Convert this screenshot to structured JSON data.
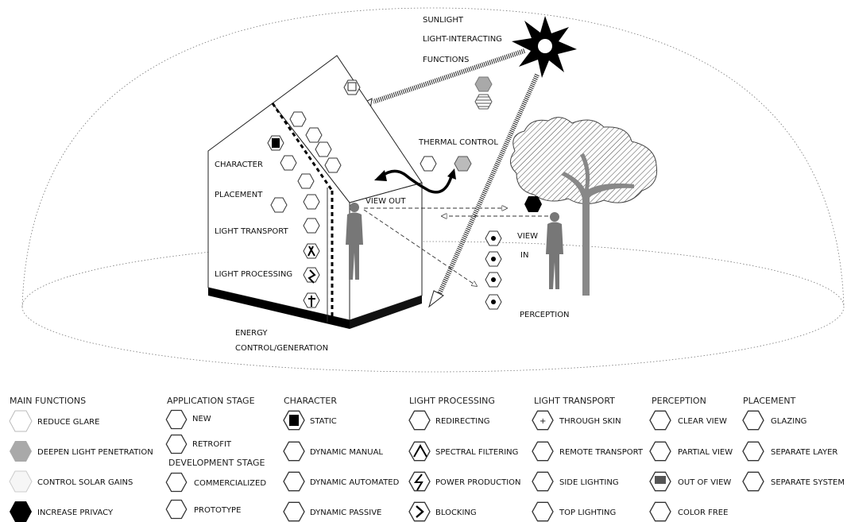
{
  "diagram": {
    "labels": {
      "sunlight": "SUNLIGHT",
      "light_interacting": "LIGHT-INTERACTING",
      "functions": "FUNCTIONS",
      "thermal_control": "THERMAL CONTROL",
      "view_out": "VIEW  OUT",
      "view": "VIEW",
      "in": "IN",
      "perception": "PERCEPTION",
      "character": "CHARACTER",
      "placement": "PLACEMENT",
      "light_transport": "LIGHT TRANSPORT",
      "light_processing": "LIGHT PROCESSING",
      "energy": "ENERGY",
      "control_generation": "CONTROL/GENERATION"
    }
  },
  "legend": {
    "main_functions": {
      "title": "MAIN FUNCTIONS",
      "items": [
        {
          "label": "REDUCE GLARE",
          "fill": "#ffffff"
        },
        {
          "label": "DEEPEN LIGHT PENETRATION",
          "fill": "#a9a9a9"
        },
        {
          "label": "CONTROL SOLAR GAINS",
          "fill": "#f6f6f6"
        },
        {
          "label": "INCREASE PRIVACY",
          "fill": "#000000"
        }
      ]
    },
    "application_stage": {
      "title": "APPLICATION STAGE",
      "items": [
        {
          "label": "NEW",
          "icon": "new-house-icon"
        },
        {
          "label": "RETROFIT",
          "icon": "retrofit-icon"
        }
      ]
    },
    "development_stage": {
      "title": "DEVELOPMENT STAGE",
      "items": [
        {
          "label": "COMMERCIALIZED",
          "icon": "commercialized-icon"
        },
        {
          "label": "PROTOTYPE",
          "icon": "prototype-icon"
        }
      ]
    },
    "character": {
      "title": "CHARACTER",
      "items": [
        {
          "label": "STATIC",
          "icon": "static-grid-icon"
        },
        {
          "label": "DYNAMIC MANUAL",
          "icon": "dynamic-manual-icon"
        },
        {
          "label": "DYNAMIC AUTOMATED",
          "icon": "dynamic-automated-icon"
        },
        {
          "label": "DYNAMIC PASSIVE",
          "icon": "dynamic-passive-icon"
        }
      ]
    },
    "light_processing": {
      "title": "LIGHT PROCESSING",
      "items": [
        {
          "label": "REDIRECTING",
          "icon": "redirecting-icon"
        },
        {
          "label": "SPECTRAL FILTERING",
          "icon": "spectral-filtering-icon"
        },
        {
          "label": "POWER PRODUCTION",
          "icon": "power-production-icon"
        },
        {
          "label": "BLOCKING",
          "icon": "blocking-icon"
        }
      ]
    },
    "light_transport": {
      "title": "LIGHT TRANSPORT",
      "items": [
        {
          "label": "THROUGH SKIN",
          "icon": "through-skin-icon"
        },
        {
          "label": "REMOTE TRANSPORT",
          "icon": "remote-transport-icon"
        },
        {
          "label": "SIDE LIGHTING",
          "icon": "side-lighting-icon"
        },
        {
          "label": "TOP LIGHTING",
          "icon": "top-lighting-icon"
        }
      ]
    },
    "perception": {
      "title": "PERCEPTION",
      "items": [
        {
          "label": "CLEAR VIEW",
          "icon": "clear-view-icon"
        },
        {
          "label": "PARTIAL VIEW",
          "icon": "partial-view-icon"
        },
        {
          "label": "OUT OF VIEW",
          "icon": "out-of-view-icon"
        },
        {
          "label": "COLOR FREE",
          "icon": "color-free-icon"
        }
      ]
    },
    "placement": {
      "title": "PLACEMENT",
      "items": [
        {
          "label": "GLAZING",
          "icon": "glazing-icon"
        },
        {
          "label": "SEPARATE LAYER",
          "icon": "separate-layer-icon"
        },
        {
          "label": "SEPARATE SYSTEM",
          "icon": "separate-system-icon"
        }
      ]
    }
  }
}
